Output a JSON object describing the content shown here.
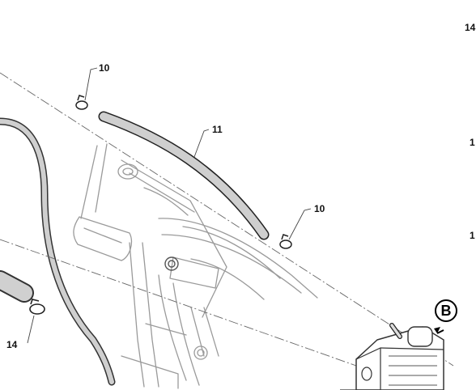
{
  "callouts": [
    {
      "id": "c10a",
      "label": "10"
    },
    {
      "id": "c11",
      "label": "11"
    },
    {
      "id": "c10b",
      "label": "10"
    },
    {
      "id": "c14",
      "label": "14"
    },
    {
      "id": "c14-edge",
      "label": "14"
    },
    {
      "id": "c1-edge-a",
      "label": "1"
    },
    {
      "id": "c1-edge-b",
      "label": "1"
    }
  ],
  "view_marker": {
    "letter": "B"
  },
  "colors": {
    "line": "#9a9a9a",
    "hose": "#cfcfcf",
    "ink": "#111111"
  }
}
